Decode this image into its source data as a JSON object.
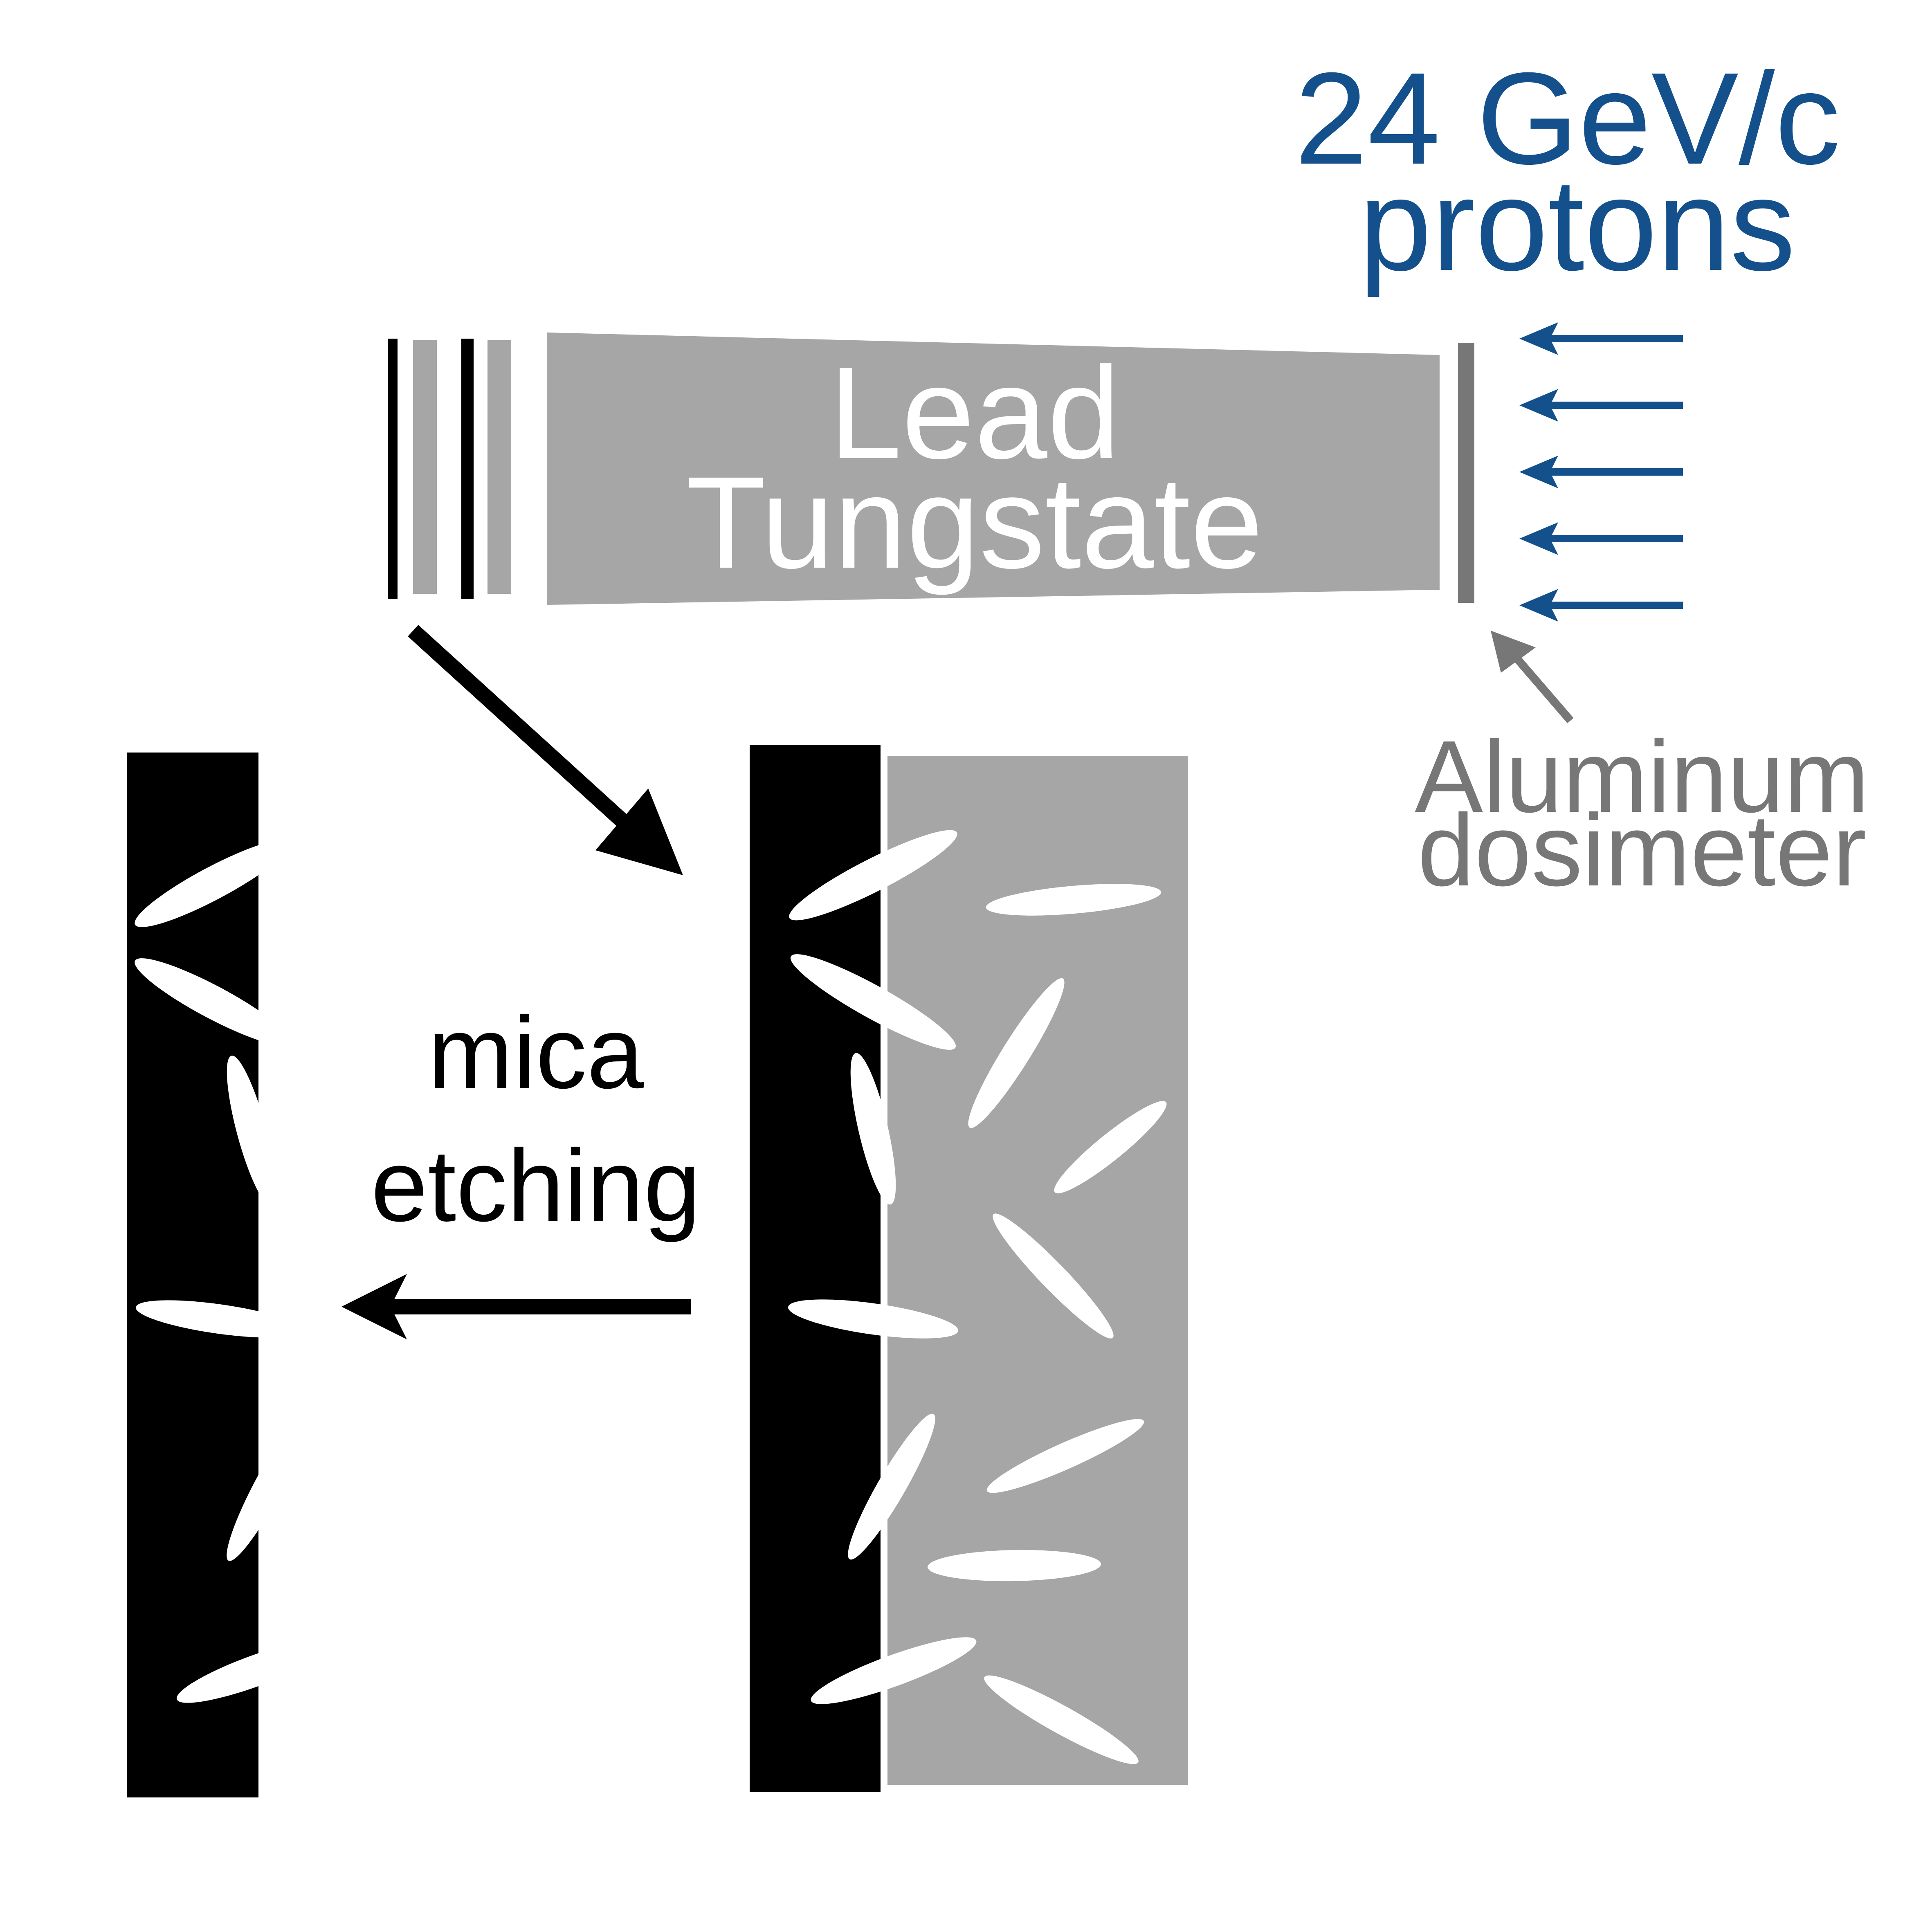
{
  "labels": {
    "beam_line1": "24 GeV/c",
    "beam_line2": "protons",
    "crystal_line1": "Lead",
    "crystal_line2": "Tungstate",
    "dosimeter_line1": "Aluminum",
    "dosimeter_line2": "dosimeter",
    "process_line1": "mica",
    "process_line2": "etching"
  },
  "colors": {
    "beam": "#14508c",
    "crystal": "#a6a6a6",
    "dosimeter": "#777777",
    "mica": "#000000",
    "track": "#ffffff",
    "background": "#ffffff"
  },
  "icons": {
    "beam_arrow": "arrow-left-icon",
    "process_arrow": "arrow-down-right-icon",
    "etching_arrow": "arrow-left-icon",
    "dosimeter_pointer": "arrow-up-left-icon"
  },
  "beam": {
    "arrow_count": 5,
    "direction": "right-to-left"
  }
}
